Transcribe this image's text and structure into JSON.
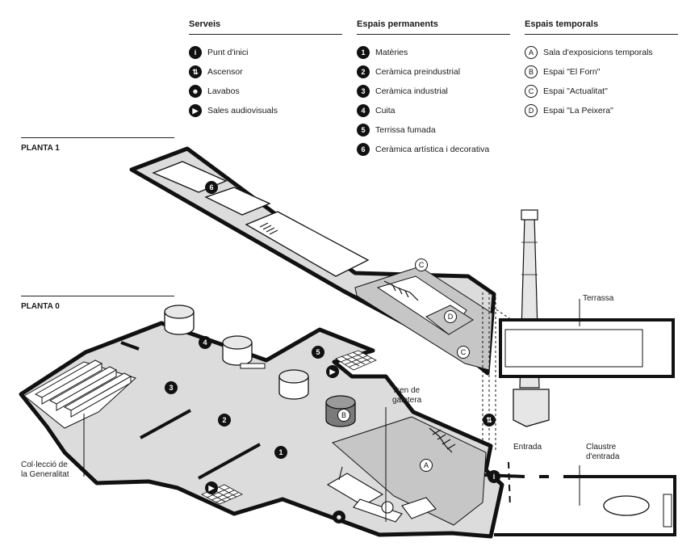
{
  "legend": {
    "serveis": {
      "title": "Serveis",
      "items": [
        {
          "icon": "info-icon",
          "glyph": "i",
          "label": "Punt d'inici"
        },
        {
          "icon": "elevator-icon",
          "glyph": "⇅",
          "label": "Ascensor"
        },
        {
          "icon": "restroom-icon",
          "glyph": "☻",
          "label": "Lavabos"
        },
        {
          "icon": "play-icon",
          "glyph": "▶",
          "label": "Sales audiovisuals"
        }
      ]
    },
    "permanents": {
      "title": "Espais permanents",
      "items": [
        {
          "num": "1",
          "label": "Matèries"
        },
        {
          "num": "2",
          "label": "Ceràmica preindustrial"
        },
        {
          "num": "3",
          "label": "Ceràmica industrial"
        },
        {
          "num": "4",
          "label": "Cuita"
        },
        {
          "num": "5",
          "label": "Terrissa fumada"
        },
        {
          "num": "6",
          "label": "Ceràmica artística i decorativa"
        }
      ]
    },
    "temporals": {
      "title": "Espais temporals",
      "items": [
        {
          "letter": "A",
          "label": "Sala d'exposicions temporals"
        },
        {
          "letter": "B",
          "label": "Espai \"El Forn\""
        },
        {
          "letter": "C",
          "label": "Espai \"Actualitat\""
        },
        {
          "letter": "D",
          "label": "Espai \"La Peixera\""
        }
      ]
    }
  },
  "floors": {
    "planta1": "PLANTA 1",
    "planta0": "PLANTA 0"
  },
  "map_labels": {
    "terrassa": "Terrassa",
    "tren_1": "Tren de",
    "tren_2": "galetera",
    "entrada": "Entrada",
    "claustre_1": "Claustre",
    "claustre_2": "d'entrada",
    "colleccio_1": "Col·lecció de",
    "colleccio_2": "la Generalitat"
  },
  "markers": {
    "n1": "1",
    "n2": "2",
    "n3": "3",
    "n4": "4",
    "n5": "5",
    "n6": "6",
    "A": "A",
    "B": "B",
    "C": "C",
    "D": "D"
  },
  "colors": {
    "ink": "#111111",
    "floor_fill": "#dcdcdc",
    "temp_fill": "#c6c6c6",
    "paper": "#ffffff"
  }
}
